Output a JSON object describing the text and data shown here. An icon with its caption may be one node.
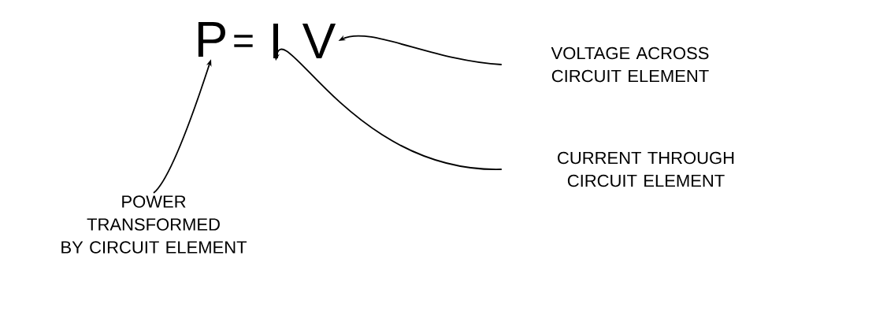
{
  "diagram": {
    "nodes": [
      {
        "text": [
          "P"
        ]
      },
      {
        "text": [
          "I"
        ]
      },
      {
        "text": [
          "V"
        ]
      },
      {
        "text": [
          "VOLTAGE ACROSS CIRCUIT ELEMENT"
        ]
      },
      {
        "text": [
          "CURRENT THROUGH CIRCUIT ELEMENT"
        ]
      },
      {
        "text": [
          "POWER TRANSFORMED BY CIRCUIT ELEMENT"
        ]
      }
    ],
    "edges": [
      {
        "from": 3,
        "to": 2,
        "arrow": "to"
      },
      {
        "from": 4,
        "to": 1,
        "arrow": "to"
      },
      {
        "from": 5,
        "to": 0,
        "arrow": "to"
      }
    ],
    "labels": [
      "="
    ]
  }
}
